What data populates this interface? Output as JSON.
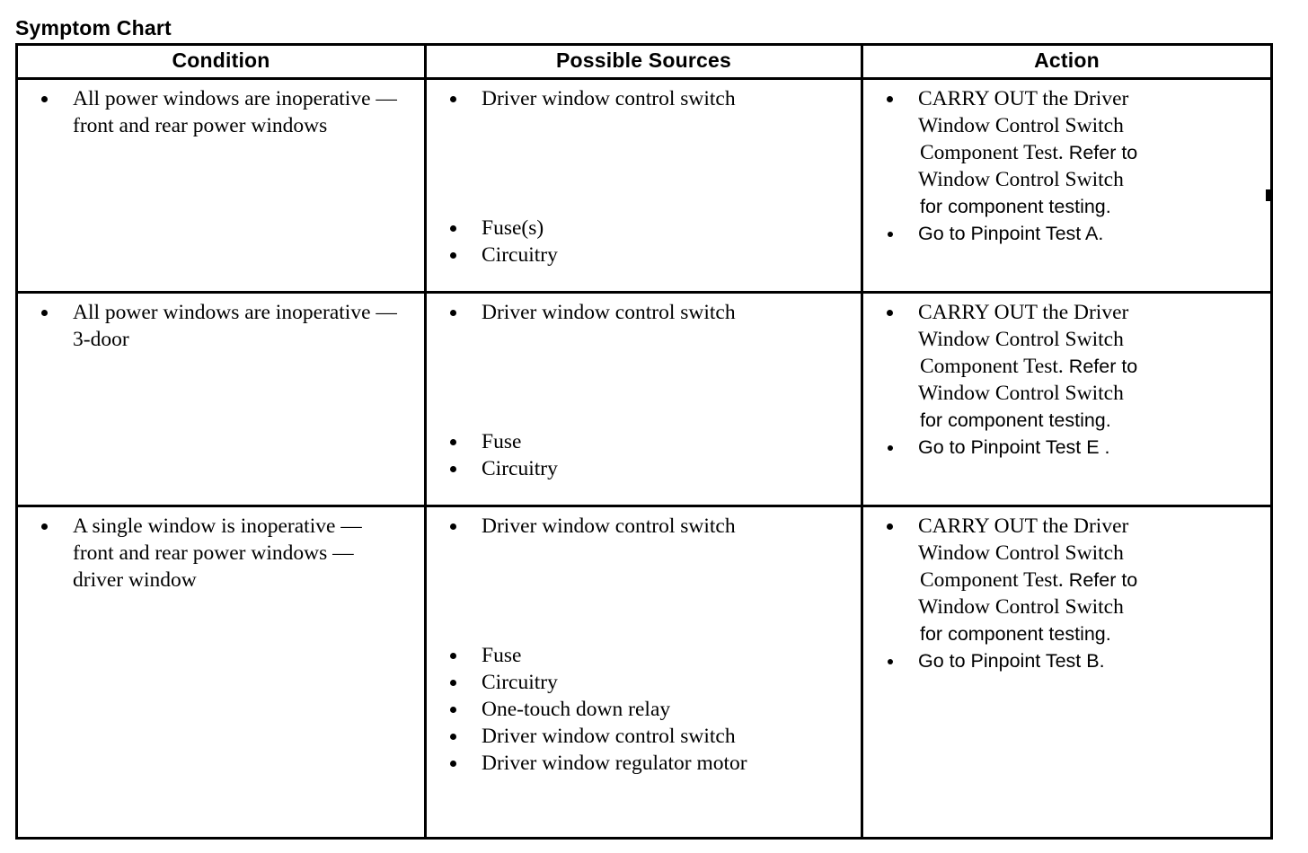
{
  "document": {
    "title": "Symptom Chart"
  },
  "table": {
    "columns": [
      {
        "key": "condition",
        "header": "Condition"
      },
      {
        "key": "sources",
        "header": "Possible Sources"
      },
      {
        "key": "action",
        "header": "Action"
      }
    ],
    "rows": [
      {
        "condition": {
          "bullets": [
            "All power windows are inoperative — front and rear power windows"
          ]
        },
        "sources": {
          "top_bullets": [
            "Driver window control switch"
          ],
          "bottom_bullets": [
            "Fuse(s)",
            "Circuitry"
          ]
        },
        "action": {
          "bullets": [
            {
              "lines": [
                {
                  "text": "CARRY OUT the Driver",
                  "font": "serif"
                },
                {
                  "text": "Window Control Switch",
                  "font": "serif"
                },
                {
                  "text": "Component Test.",
                  "font": "serif",
                  "tail": "Refer to",
                  "tail_font": "sans"
                },
                {
                  "text": "Window Control Switch",
                  "font": "serif"
                },
                {
                  "text": "for component testing.",
                  "font": "sans"
                }
              ]
            },
            {
              "lines": [
                {
                  "text": "Go to Pinpoint Test A.",
                  "font": "sans"
                }
              ]
            }
          ]
        }
      },
      {
        "condition": {
          "bullets": [
            "All power windows are inoperative — 3-door"
          ]
        },
        "sources": {
          "top_bullets": [
            "Driver window control switch"
          ],
          "bottom_bullets": [
            "Fuse",
            "Circuitry"
          ]
        },
        "action": {
          "bullets": [
            {
              "lines": [
                {
                  "text": "CARRY OUT the Driver",
                  "font": "serif"
                },
                {
                  "text": "Window Control Switch",
                  "font": "serif"
                },
                {
                  "text": "Component Test.",
                  "font": "serif",
                  "tail": "Refer to",
                  "tail_font": "sans"
                },
                {
                  "text": "Window Control Switch",
                  "font": "serif"
                },
                {
                  "text": "for component testing.",
                  "font": "sans"
                }
              ]
            },
            {
              "lines": [
                {
                  "text": "Go to Pinpoint Test E .",
                  "font": "sans"
                }
              ]
            }
          ]
        }
      },
      {
        "condition": {
          "bullets": [
            "A single window is inoperative — front and rear power windows — driver window"
          ]
        },
        "sources": {
          "top_bullets": [
            "Driver window control switch"
          ],
          "bottom_bullets": [
            "Fuse",
            "Circuitry",
            "One-touch down relay",
            "Driver window control switch",
            "Driver window regulator motor"
          ]
        },
        "action": {
          "bullets": [
            {
              "lines": [
                {
                  "text": "CARRY OUT the Driver",
                  "font": "serif"
                },
                {
                  "text": "Window Control Switch",
                  "font": "serif"
                },
                {
                  "text": "Component Test.",
                  "font": "serif",
                  "tail": "Refer to",
                  "tail_font": "sans"
                },
                {
                  "text": "Window Control Switch",
                  "font": "serif"
                },
                {
                  "text": "for component testing.",
                  "font": "sans"
                }
              ]
            },
            {
              "lines": [
                {
                  "text": "Go to Pinpoint Test B.",
                  "font": "sans"
                }
              ]
            }
          ]
        }
      }
    ]
  },
  "style": {
    "ink_color": "#000000",
    "page_color": "#ffffff"
  }
}
